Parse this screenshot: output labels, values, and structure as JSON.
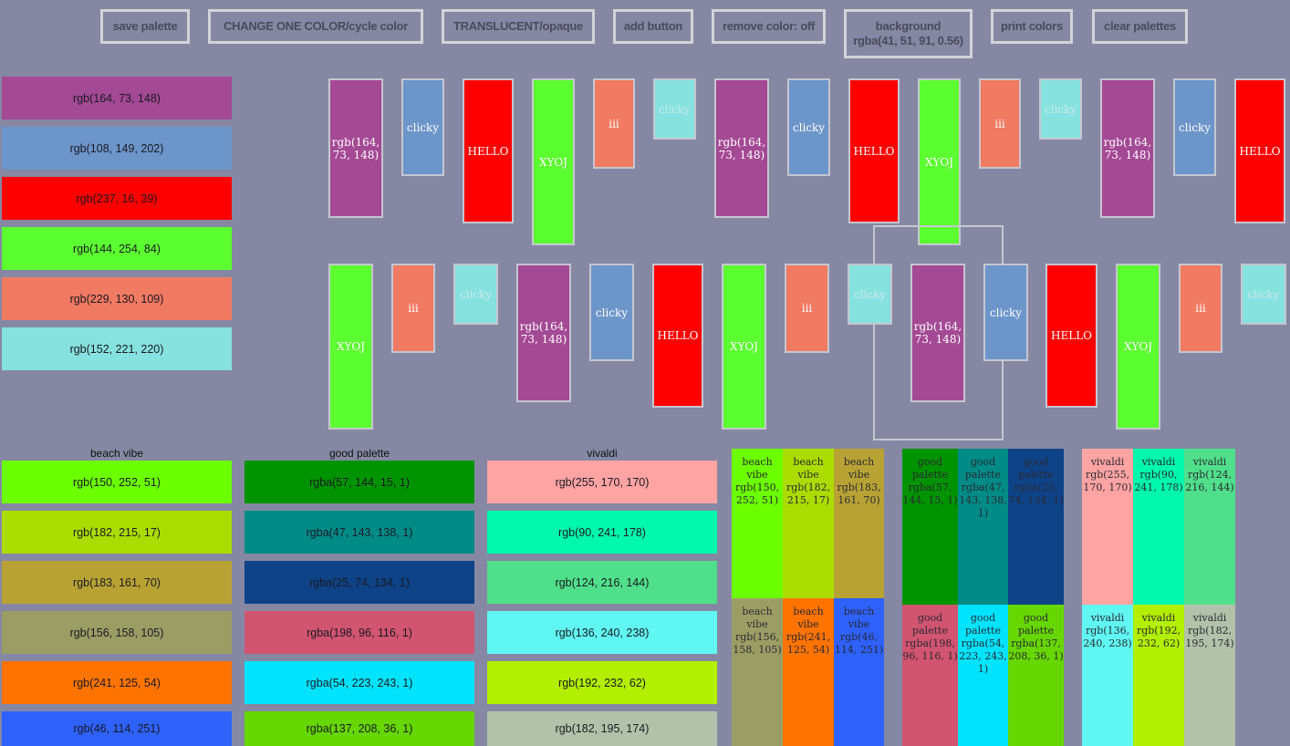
{
  "toolbar": {
    "save_label": "save palette",
    "change_label": "CHANGE ONE COLOR/cycle color",
    "translucent_label": "TRANSLUCENT/opaque",
    "add_label": "add button",
    "remove_label": "remove color: off",
    "background_label": "background",
    "background_value": "rgba(41, 51, 91, 0.56)",
    "print_label": "print colors",
    "clear_label": "clear palettes"
  },
  "current_palette": [
    {
      "label": "rgb(164, 73, 148)",
      "color": "#a44994"
    },
    {
      "label": "rgb(108, 149, 202)",
      "color": "#6c95ca"
    },
    {
      "label": "rgb(237, 16, 39)",
      "color": "#ff0000"
    },
    {
      "label": "rgb(144, 254, 84)",
      "color": "#5cff30"
    },
    {
      "label": "rgb(229, 130, 109)",
      "color": "#f17a62"
    },
    {
      "label": "rgb(152, 221, 220)",
      "color": "#86e2de"
    }
  ],
  "tiles": {
    "t1": "rgb(164, 73, 148)",
    "t2": "clicky",
    "t3": "HELLO",
    "t4": "XYOJ",
    "t5": "iii"
  },
  "saved": [
    {
      "title": "beach vibe",
      "swatches": [
        {
          "label": "rgb(150, 252, 51)",
          "color": "#6cff00"
        },
        {
          "label": "rgb(182, 215, 17)",
          "color": "#abdc00"
        },
        {
          "label": "rgb(183, 161, 70)",
          "color": "#b8a234"
        },
        {
          "label": "rgb(156, 158, 105)",
          "color": "#9b9e64"
        },
        {
          "label": "rgb(241, 125, 54)",
          "color": "#ff7300"
        },
        {
          "label": "rgb(46, 114, 251)",
          "color": "#2e62fb"
        }
      ]
    },
    {
      "title": "good palette",
      "swatches": [
        {
          "label": "rgba(57, 144, 15, 1)",
          "color": "#009300"
        },
        {
          "label": "rgba(47, 143, 138, 1)",
          "color": "#008b87"
        },
        {
          "label": "rgba(25, 74, 134, 1)",
          "color": "#0e4388"
        },
        {
          "label": "rgba(198, 96, 116, 1)",
          "color": "#d15471"
        },
        {
          "label": "rgba(54, 223, 243, 1)",
          "color": "#00e3fd"
        },
        {
          "label": "rgba(137, 208, 36, 1)",
          "color": "#66d700"
        }
      ]
    },
    {
      "title": "vivaldi",
      "swatches": [
        {
          "label": "rgb(255, 170, 170)",
          "color": "#ffa3a3"
        },
        {
          "label": "rgb(90, 241, 178)",
          "color": "#00f8ac"
        },
        {
          "label": "rgb(124, 216, 144)",
          "color": "#50df8a"
        },
        {
          "label": "rgb(136, 240, 238)",
          "color": "#60f6f1"
        },
        {
          "label": "rgb(192, 232, 62)",
          "color": "#b2ef00"
        },
        {
          "label": "rgb(182, 195, 174)",
          "color": "#b2c2aa"
        }
      ]
    }
  ],
  "grid_text": {
    "beach": [
      "beach vibe rgb(150, 252, 51)",
      "beach vibe rgb(182, 215, 17)",
      "beach vibe rgb(183, 161, 70)",
      "beach vibe rgb(156, 158, 105)",
      "beach vibe rgb(241, 125, 54)",
      "beach vibe rgb(46, 114, 251)"
    ],
    "good": [
      "good palette rgba(57, 144, 15, 1)",
      "good palette rgba(47, 143, 138, 1)",
      "good palette rgba(25, 74, 134, 1)",
      "good palette rgba(198, 96, 116, 1)",
      "good palette rgba(54, 223, 243, 1)",
      "good palette rgba(137, 208, 36, 1)"
    ],
    "vivaldi": [
      "vivaldi rgb(255, 170, 170)",
      "vivaldi rgb(90, 241, 178)",
      "vivaldi rgb(124, 216, 144)",
      "vivaldi rgb(136, 240, 238)",
      "vivaldi rgb(192, 232, 62)",
      "vivaldi rgb(182, 195, 174)"
    ]
  }
}
